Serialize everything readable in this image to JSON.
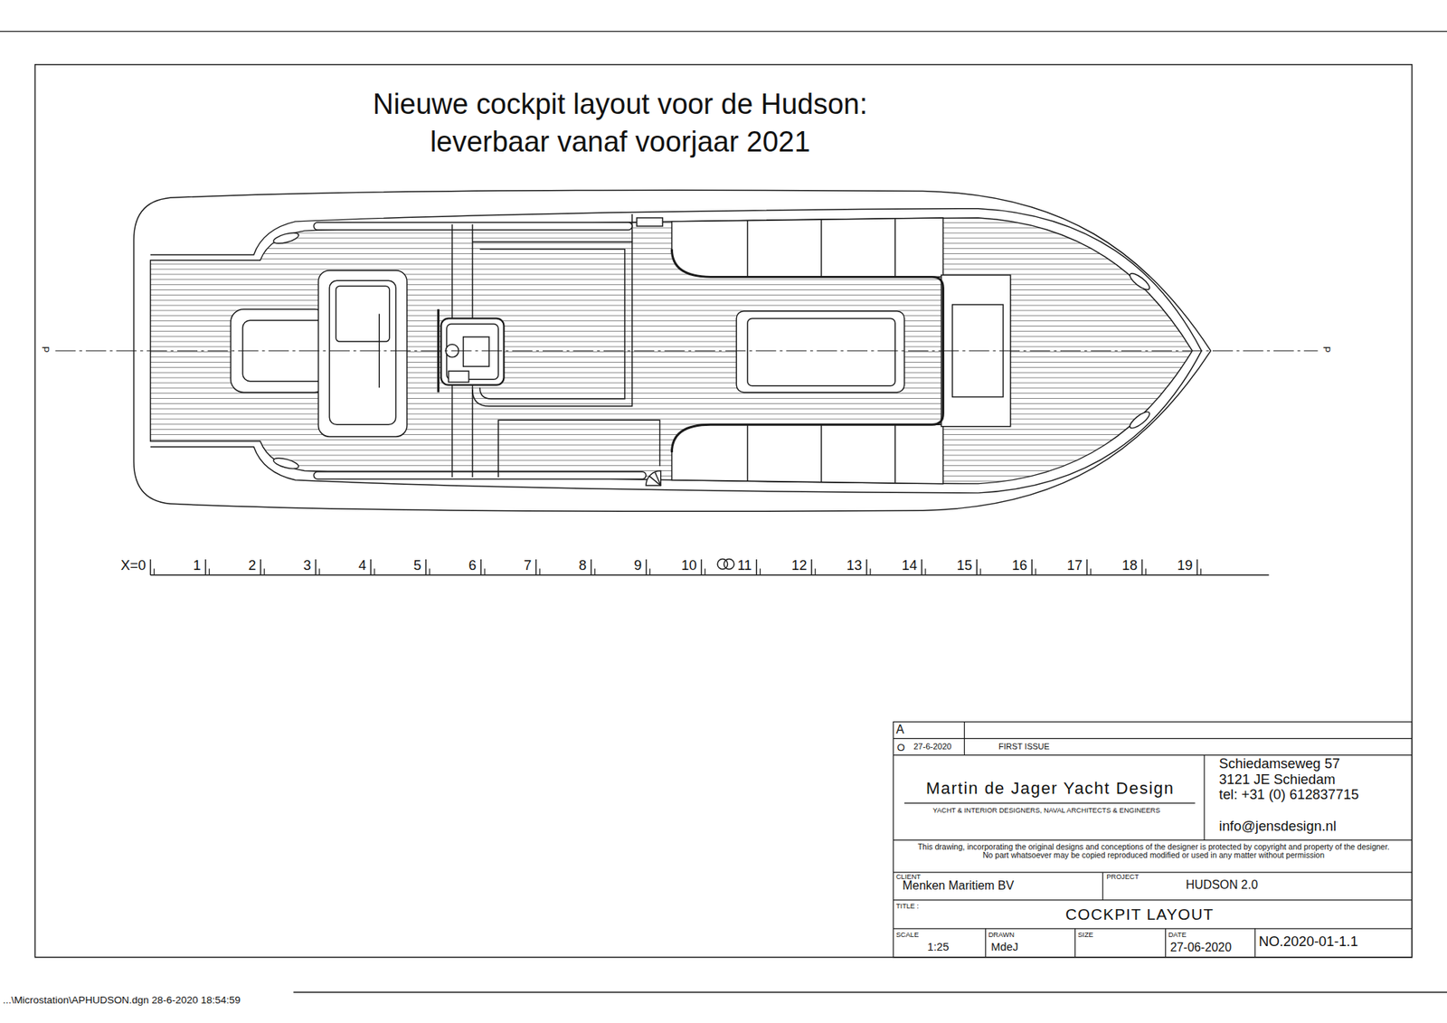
{
  "diagram": {
    "title": "Nieuwe cockpit layout voor de Hudson: leverbaar vanaf voorjaar 2021",
    "labels": [
      "P",
      "P",
      "X=0",
      "1",
      "2",
      "3",
      "4",
      "5",
      "6",
      "7",
      "8",
      "9",
      "10",
      "11",
      "12",
      "13",
      "14",
      "15",
      "16",
      "17",
      "18",
      "19",
      "A",
      "O",
      "27-6-2020",
      "FIRST ISSUE",
      "Martin de Jager Yacht Design",
      "YACHT & INTERIOR DESIGNERS, NAVAL ARCHITECTS & ENGINEERS",
      "Schiedamseweg 57",
      "3121 JE Schiedam",
      "tel: +31 (0) 612837715",
      "info@jensdesign.nl",
      "This drawing, incorporating the original designs and conceptions of the designer is protected by copyright and property of the designer. No part whatsoever may be copied reproduced modified or used in any matter without permission",
      "CLIENT",
      "Menken Maritiem BV",
      "PROJECT",
      "HUDSON 2.0",
      "TITLE :",
      "COCKPIT LAYOUT",
      "SCALE",
      "1:25",
      "DRAWN",
      "MdeJ",
      "SIZE",
      "DATE",
      "27-06-2020",
      "NO.2020-01-1.1",
      "...\\Microstation\\APHUDSON.dgn 28-6-2020 18:54:59"
    ]
  }
}
